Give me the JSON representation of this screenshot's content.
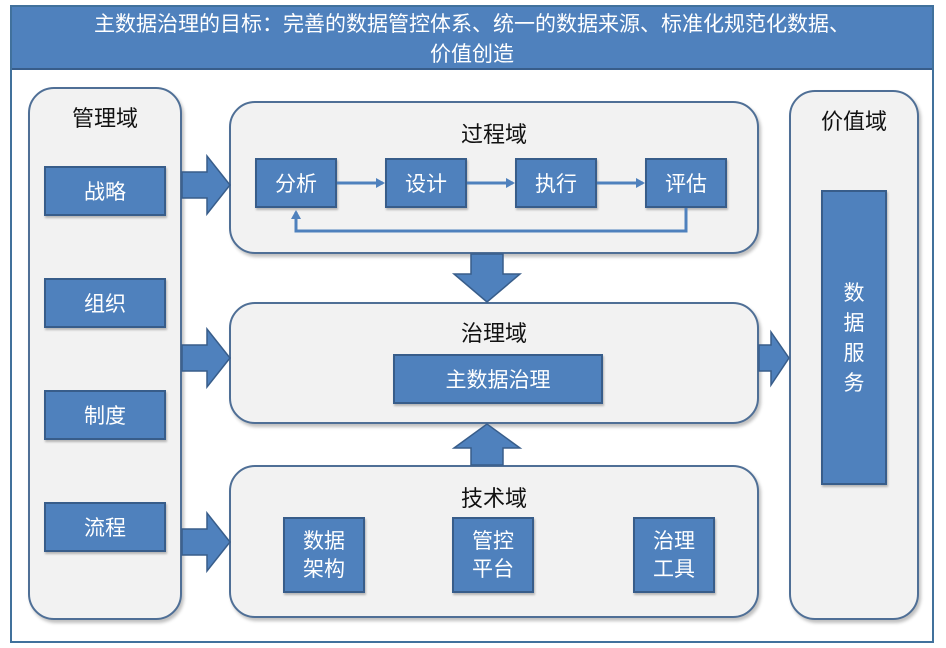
{
  "banner": {
    "line1": "主数据治理的目标：完善的数据管控体系、统一的数据来源、标准化规范化数据、",
    "line2": "价值创造"
  },
  "management": {
    "title": "管理域",
    "items": [
      "战略",
      "组织",
      "制度",
      "流程"
    ]
  },
  "process": {
    "title": "过程域",
    "steps": [
      "分析",
      "设计",
      "执行",
      "评估"
    ]
  },
  "governance": {
    "title": "治理域",
    "core": "主数据治理"
  },
  "technology": {
    "title": "技术域",
    "items": [
      {
        "line1": "数据",
        "line2": "架构"
      },
      {
        "line1": "管控",
        "line2": "平台"
      },
      {
        "line1": "治理",
        "line2": "工具"
      }
    ]
  },
  "value": {
    "title": "价值域",
    "service_chars": [
      "数",
      "据",
      "服",
      "务"
    ]
  },
  "colors": {
    "box_fill": "#4f81bd",
    "box_border": "#385d8a",
    "panel_fill": "#f2f2f2"
  }
}
